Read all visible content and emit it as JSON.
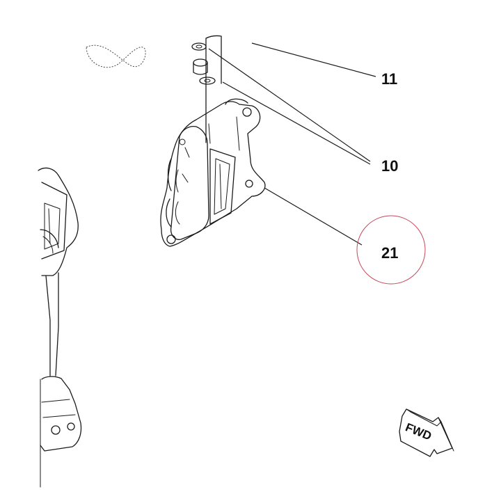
{
  "diagram": {
    "callouts": [
      {
        "id": "11",
        "label": "11",
        "highlighted": false
      },
      {
        "id": "10",
        "label": "10",
        "highlighted": false
      },
      {
        "id": "21",
        "label": "21",
        "highlighted": true
      }
    ],
    "direction_arrow": {
      "label": "FWD"
    },
    "colors": {
      "line": "#1a1a1a",
      "highlight_circle": "#c8475a",
      "background": "#ffffff"
    }
  }
}
